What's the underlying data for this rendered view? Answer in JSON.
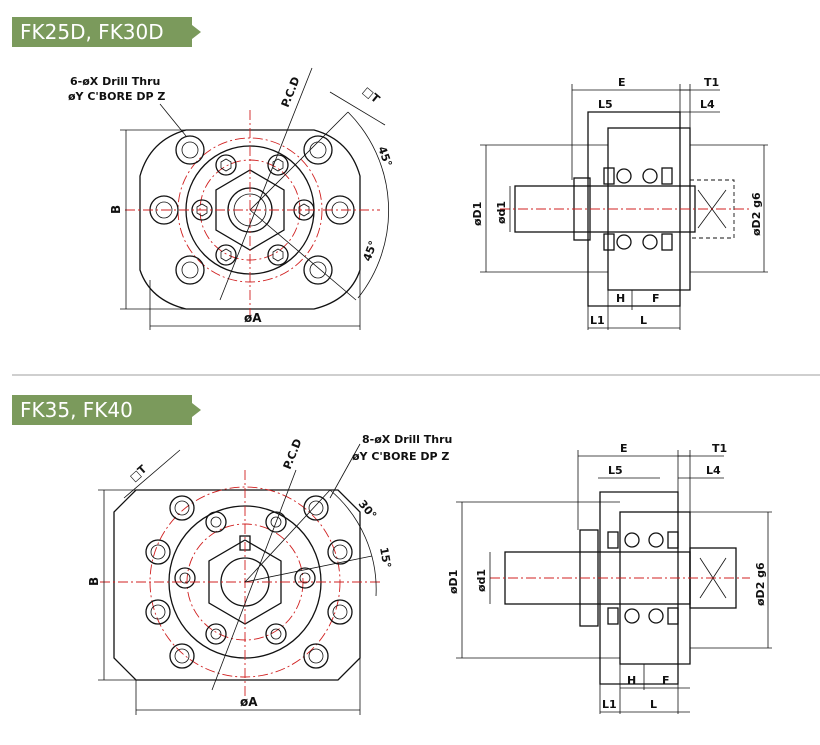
{
  "headers": {
    "top_model": "FK25D, FK30D",
    "bottom_model": "FK35, FK40"
  },
  "colors": {
    "badge_bg": "#7b9a5c",
    "center_line": "#d02020",
    "outline": "#111111"
  },
  "top_front_view": {
    "hole_note_line1": "6-øX Drill Thru",
    "hole_note_line2": "øY C'BORE DP Z",
    "pcd": "P.C.D",
    "square": "□T",
    "angle_upper": "45°",
    "angle_lower": "45°",
    "height": "B",
    "width": "øA"
  },
  "top_side_view": {
    "dim_E": "E",
    "dim_T1": "T1",
    "dim_L5": "L5",
    "dim_L4": "L4",
    "dim_D1": "øD1",
    "dim_d1": "ød1",
    "dim_D2": "øD2 g6",
    "dim_H": "H",
    "dim_F": "F",
    "dim_L1": "L1",
    "dim_L": "L"
  },
  "bottom_front_view": {
    "hole_note_line1": "8-øX Drill Thru",
    "hole_note_line2": "øY C'BORE DP Z",
    "pcd": "P.C.D",
    "square": "□T",
    "angle_upper": "30°",
    "angle_lower": "15°",
    "height": "B",
    "width": "øA"
  },
  "bottom_side_view": {
    "dim_E": "E",
    "dim_T1": "T1",
    "dim_L5": "L5",
    "dim_L4": "L4",
    "dim_D1": "øD1",
    "dim_d1": "ød1",
    "dim_D2": "øD2 g6",
    "dim_H": "H",
    "dim_F": "F",
    "dim_L1": "L1",
    "dim_L": "L"
  }
}
